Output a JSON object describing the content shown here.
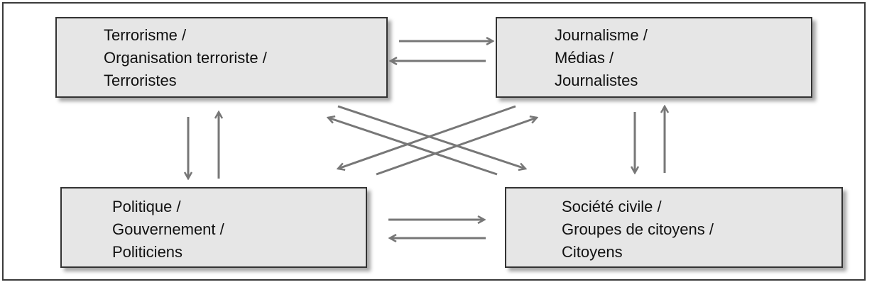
{
  "nodes": {
    "terrorism": {
      "lines": [
        "Terrorisme /",
        "Organisation terroriste /",
        "Terroristes"
      ]
    },
    "journalism": {
      "lines": [
        "Journalisme /",
        "Médias /",
        "Journalistes"
      ]
    },
    "politics": {
      "lines": [
        "Politique /",
        "Gouvernement /",
        "Politiciens"
      ]
    },
    "civil_society": {
      "lines": [
        "Société civile /",
        "Groupes de citoyens /",
        "Citoyens"
      ]
    }
  },
  "edges": [
    {
      "from": "terrorism",
      "to": "journalism"
    },
    {
      "from": "journalism",
      "to": "terrorism"
    },
    {
      "from": "terrorism",
      "to": "politics"
    },
    {
      "from": "politics",
      "to": "terrorism"
    },
    {
      "from": "journalism",
      "to": "civil_society"
    },
    {
      "from": "civil_society",
      "to": "journalism"
    },
    {
      "from": "politics",
      "to": "civil_society"
    },
    {
      "from": "civil_society",
      "to": "politics"
    },
    {
      "from": "terrorism",
      "to": "civil_society"
    },
    {
      "from": "civil_society",
      "to": "terrorism"
    },
    {
      "from": "journalism",
      "to": "politics"
    },
    {
      "from": "politics",
      "to": "journalism"
    }
  ],
  "colors": {
    "box_fill": "#e6e6e6",
    "box_border": "#333333",
    "arrow": "#777777"
  }
}
